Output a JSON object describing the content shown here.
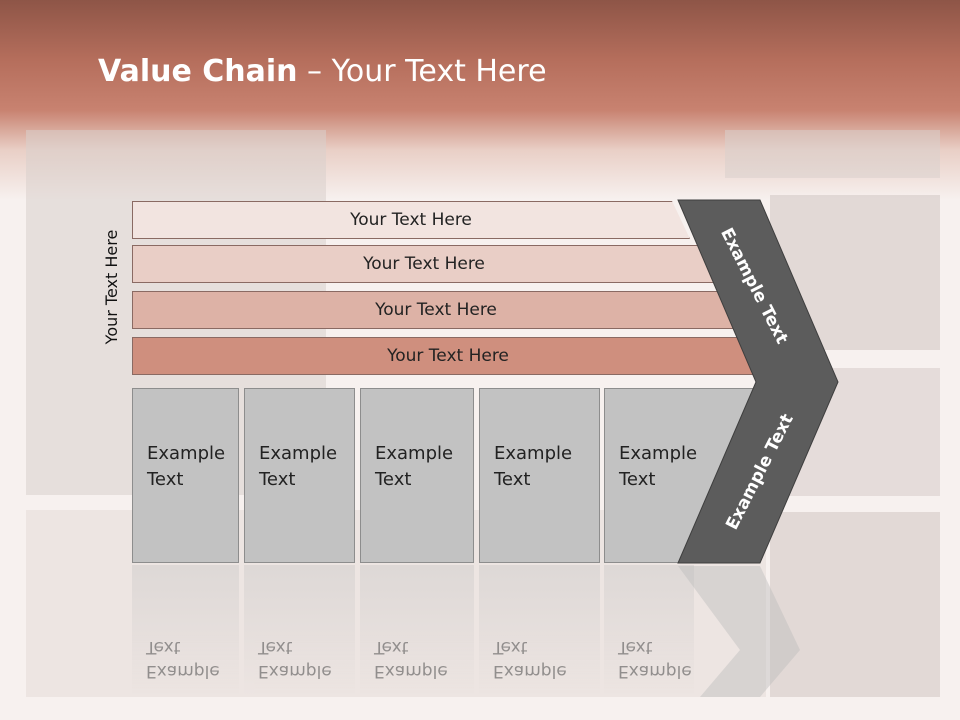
{
  "title": {
    "bold": "Value Chain",
    "rest": " – Your Text Here"
  },
  "side_label": "Your Text Here",
  "bars": [
    {
      "label": "Your Text Here",
      "color": "#f2e4e0"
    },
    {
      "label": "Your Text Here",
      "color": "#e9cec6"
    },
    {
      "label": "Your Text Here",
      "color": "#ddb2a6"
    },
    {
      "label": "Your Text Here",
      "color": "#cf8f7e"
    }
  ],
  "boxes": [
    {
      "line1": "Example",
      "line2": "Text"
    },
    {
      "line1": "Example",
      "line2": "Text"
    },
    {
      "line1": "Example",
      "line2": "Text"
    },
    {
      "line1": "Example",
      "line2": "Text"
    },
    {
      "line1": "Example",
      "line2": "Text"
    }
  ],
  "chevron": {
    "upper_label": "Example Text",
    "lower_label": "Example Text",
    "color": "#5c5c5c"
  }
}
